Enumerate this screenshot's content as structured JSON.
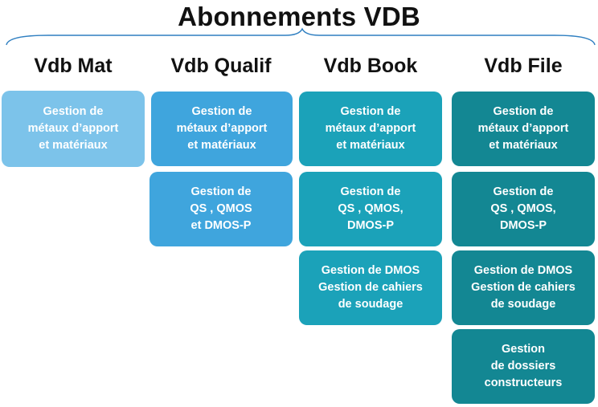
{
  "title": "Abonnements VDB",
  "colors": {
    "mat": "#7cc3ea",
    "qualif": "#3fa5dd",
    "book": "#1ba2b9",
    "file": "#138793"
  },
  "columns": [
    {
      "name": "Vdb Mat",
      "boxes": [
        "Gestion de\nmétaux d’apport\net matériaux"
      ]
    },
    {
      "name": "Vdb Qualif",
      "boxes": [
        "Gestion de\nmétaux d’apport\net matériaux",
        "Gestion de\nQS , QMOS\net DMOS-P"
      ]
    },
    {
      "name": "Vdb Book",
      "boxes": [
        "Gestion de\nmétaux d’apport\net matériaux",
        "Gestion de\nQS , QMOS,\nDMOS-P",
        "Gestion de DMOS\nGestion de cahiers\nde soudage"
      ]
    },
    {
      "name": "Vdb File",
      "boxes": [
        "Gestion de\nmétaux d’apport\net matériaux",
        "Gestion de\nQS , QMOS,\nDMOS-P",
        "Gestion de DMOS\nGestion de cahiers\nde soudage",
        "Gestion\nde dossiers\nconstructeurs"
      ]
    }
  ]
}
